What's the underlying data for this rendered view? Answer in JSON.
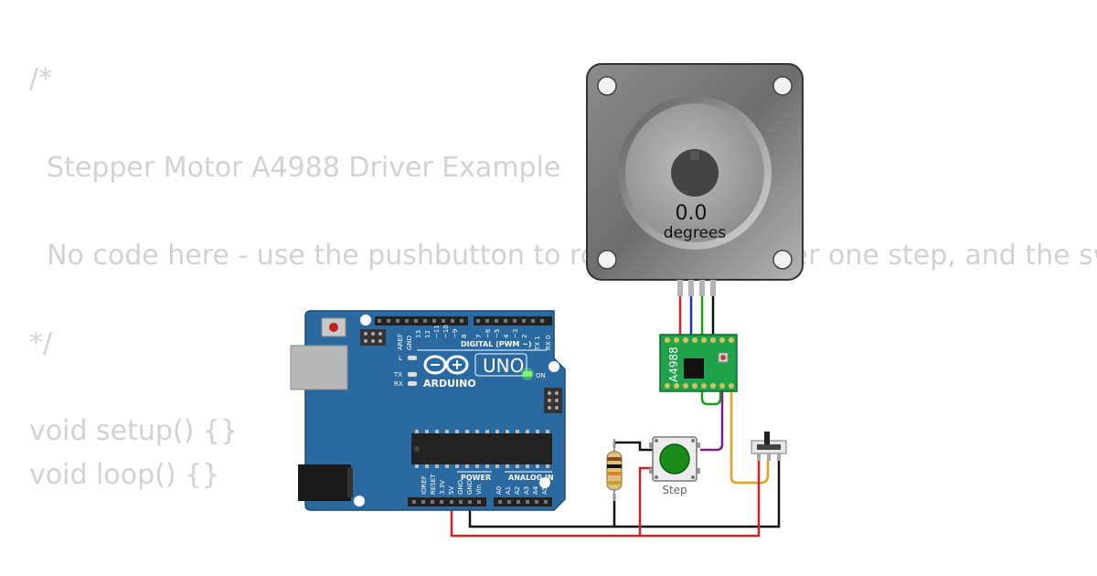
{
  "code": {
    "lines": [
      "/*",
      "",
      "  Stepper Motor A4988 Driver Example",
      "",
      "  No code here - use the pushbutton to rotate the stepper one step, and the switch t",
      "",
      "*/",
      "",
      "void setup() {}",
      "void loop() {}"
    ]
  },
  "motor": {
    "angle_value": "0.0",
    "angle_unit": "degrees"
  },
  "driver": {
    "label": "A4988"
  },
  "button": {
    "label": "Step",
    "color": "#1a8c1a"
  },
  "arduino": {
    "brand": "ARDUINO",
    "model": "UNO",
    "digital_header": "DIGITAL (PWM ~)",
    "power_header": "POWER",
    "analog_header": "ANALOG IN",
    "on_label": "ON",
    "l_label": "L",
    "tx_label": "TX",
    "rx_label": "RX",
    "aref": "AREF",
    "gnd": "GND",
    "digital_pins": [
      "13",
      "12",
      "~11",
      "~10",
      "~9",
      "8",
      "7",
      "~6",
      "~5",
      "4",
      "~3",
      "2",
      "TX 1",
      "RX 0"
    ],
    "power_pins": [
      "IOREF",
      "RESET",
      "3.3V",
      "5V",
      "GND",
      "GND",
      "Vin"
    ],
    "analog_pins": [
      "A0",
      "A1",
      "A2",
      "A3",
      "A4",
      "A5"
    ]
  },
  "wire_colors": {
    "red": "#d42020",
    "blue": "#2030c8",
    "green": "#19a019",
    "black": "#111111",
    "purple": "#7a1f8c",
    "orange": "#e0a020"
  }
}
